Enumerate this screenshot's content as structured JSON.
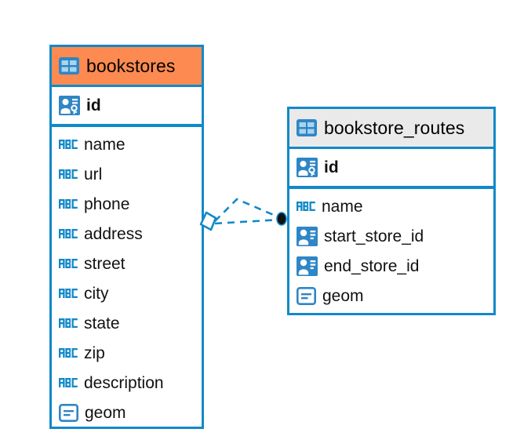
{
  "diagram": {
    "type": "entity-relationship-diagram",
    "background_color": "#FFFFFF",
    "accent_color": "#1289C8",
    "highlight_color": "#FD8A50",
    "neutral_header_color": "#EAEAEA"
  },
  "entities": [
    {
      "name": "bookstores",
      "header_style": "highlighted",
      "table_icon": "table-icon",
      "primary_keys": [
        {
          "label": "id",
          "icon": "primary-key-icon",
          "type_hint": "key"
        }
      ],
      "fields": [
        {
          "label": "name",
          "icon": "text-type-icon",
          "type_hint": "ABC"
        },
        {
          "label": "url",
          "icon": "text-type-icon",
          "type_hint": "ABC"
        },
        {
          "label": "phone",
          "icon": "text-type-icon",
          "type_hint": "ABC"
        },
        {
          "label": "address",
          "icon": "text-type-icon",
          "type_hint": "ABC"
        },
        {
          "label": "street",
          "icon": "text-type-icon",
          "type_hint": "ABC"
        },
        {
          "label": "city",
          "icon": "text-type-icon",
          "type_hint": "ABC"
        },
        {
          "label": "state",
          "icon": "text-type-icon",
          "type_hint": "ABC"
        },
        {
          "label": "zip",
          "icon": "text-type-icon",
          "type_hint": "ABC"
        },
        {
          "label": "description",
          "icon": "text-type-icon",
          "type_hint": "ABC"
        },
        {
          "label": "geom",
          "icon": "geometry-type-icon",
          "type_hint": "geometry"
        }
      ]
    },
    {
      "name": "bookstore_routes",
      "header_style": "neutral",
      "table_icon": "table-icon",
      "primary_keys": [
        {
          "label": "id",
          "icon": "primary-key-icon",
          "type_hint": "key"
        }
      ],
      "fields": [
        {
          "label": "name",
          "icon": "text-type-icon",
          "type_hint": "ABC"
        },
        {
          "label": "start_store_id",
          "icon": "foreign-key-icon",
          "type_hint": "reference"
        },
        {
          "label": "end_store_id",
          "icon": "foreign-key-icon",
          "type_hint": "reference"
        },
        {
          "label": "geom",
          "icon": "geometry-type-icon",
          "type_hint": "geometry"
        }
      ]
    }
  ],
  "relationship": {
    "name": "bookstores-to-bookstore-routes",
    "line_style": "dashed",
    "line_color": "#1289C8",
    "source_marker": "diamond-outline",
    "target_marker": "filled-circle",
    "target_marker_color": "#111111"
  }
}
